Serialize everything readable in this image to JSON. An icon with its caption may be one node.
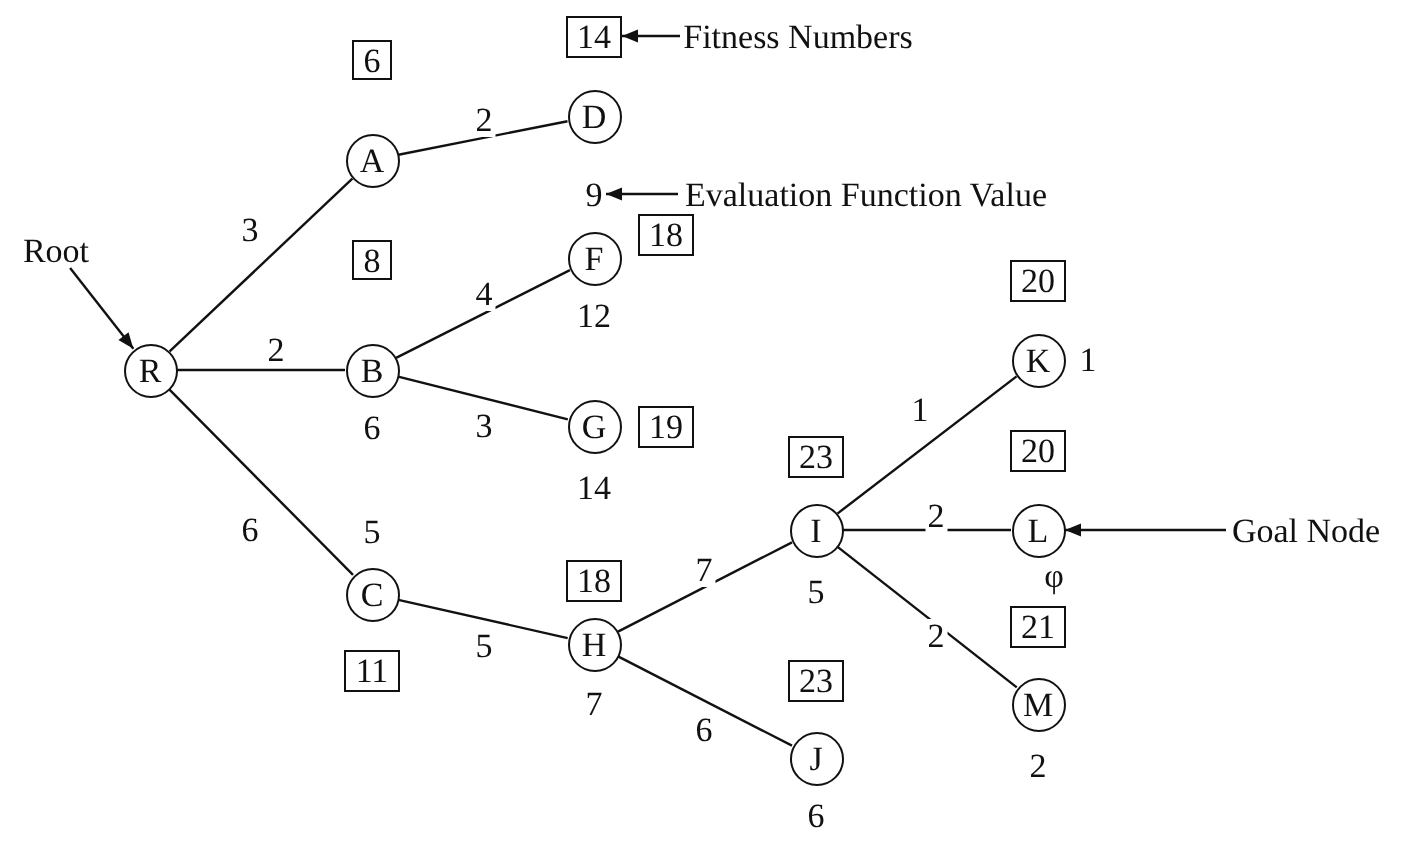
{
  "diagram": {
    "nodes": [
      {
        "text": [
          "Root"
        ]
      },
      {
        "text": [
          "R"
        ]
      },
      {
        "text": [
          "6"
        ]
      },
      {
        "text": [
          "A"
        ]
      },
      {
        "text": [
          "14"
        ]
      },
      {
        "text": [
          "D"
        ]
      },
      {
        "text": [
          "9"
        ]
      },
      {
        "text": [
          "Fitness Numbers"
        ]
      },
      {
        "text": [
          "Evaluation Function Value"
        ]
      },
      {
        "text": [
          "8"
        ]
      },
      {
        "text": [
          "B"
        ],
        "beside": [
          "6"
        ]
      },
      {
        "text": [
          "F"
        ],
        "beside": [
          "12"
        ]
      },
      {
        "text": [
          "18"
        ]
      },
      {
        "text": [
          "G"
        ],
        "beside": [
          "14"
        ]
      },
      {
        "text": [
          "19"
        ]
      },
      {
        "text": [
          "C"
        ],
        "beside": [
          "5"
        ]
      },
      {
        "text": [
          "11"
        ]
      },
      {
        "text": [
          "18"
        ]
      },
      {
        "text": [
          "H"
        ],
        "beside": [
          "7"
        ]
      },
      {
        "text": [
          "23"
        ]
      },
      {
        "text": [
          "I"
        ],
        "beside": [
          "5"
        ]
      },
      {
        "text": [
          "23"
        ]
      },
      {
        "text": [
          "J"
        ],
        "beside": [
          "6"
        ]
      },
      {
        "text": [
          "20"
        ]
      },
      {
        "text": [
          "K"
        ],
        "beside": [
          "1"
        ]
      },
      {
        "text": [
          "20"
        ]
      },
      {
        "text": [
          "L"
        ],
        "beside": [
          "φ"
        ]
      },
      {
        "text": [
          "Goal Node"
        ]
      },
      {
        "text": [
          "21"
        ]
      },
      {
        "text": [
          "M"
        ],
        "beside": [
          "2"
        ]
      }
    ],
    "edges": [
      {
        "from": 1,
        "to": 3,
        "arrow": "none",
        "label": "3"
      },
      {
        "from": 3,
        "to": 5,
        "arrow": "none",
        "label": "2"
      },
      {
        "from": 1,
        "to": 10,
        "arrow": "none",
        "label": "2"
      },
      {
        "from": 10,
        "to": 11,
        "arrow": "none",
        "label": "4"
      },
      {
        "from": 10,
        "to": 13,
        "arrow": "none",
        "label": "3"
      },
      {
        "from": 1,
        "to": 15,
        "arrow": "none",
        "label": "6"
      },
      {
        "from": 15,
        "to": 18,
        "arrow": "none",
        "label": "5"
      },
      {
        "from": 18,
        "to": 20,
        "arrow": "none",
        "label": "7"
      },
      {
        "from": 18,
        "to": 22,
        "arrow": "none",
        "label": "6"
      },
      {
        "from": 20,
        "to": 24,
        "arrow": "none",
        "label": "1"
      },
      {
        "from": 20,
        "to": 26,
        "arrow": "none",
        "label": "2"
      },
      {
        "from": 20,
        "to": 29,
        "arrow": "none",
        "label": "2"
      },
      {
        "from": 0,
        "to": 1,
        "arrow": "to"
      },
      {
        "from": 7,
        "to": 4,
        "arrow": "to"
      },
      {
        "from": 8,
        "to": 6,
        "arrow": "to"
      },
      {
        "from": 27,
        "to": 26,
        "arrow": "to"
      }
    ]
  }
}
